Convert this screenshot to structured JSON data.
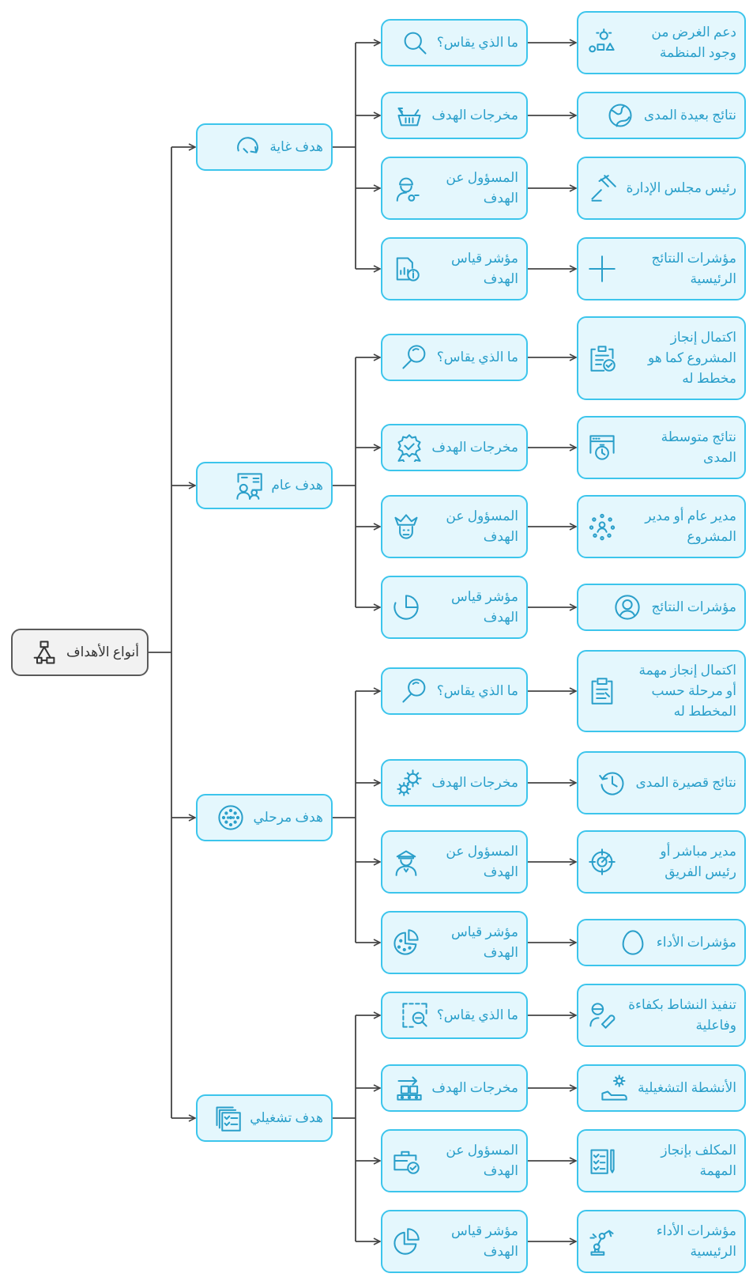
{
  "root": {
    "label": "أنواع الأهداف",
    "icon": "hierarchy-icon"
  },
  "colors": {
    "accent": "#3cc5ec",
    "fill": "#e4f7fd",
    "text": "#2a9fca",
    "root_border": "#5a5a5a",
    "connector": "#444444"
  },
  "branches": [
    {
      "label": "هدف غاية",
      "icon": "curved-arrow-icon",
      "children": [
        {
          "label": "ما الذي يقاس؟",
          "icon": "magnifier-icon",
          "result": {
            "label": "دعم الغرض من وجود المنظمة",
            "icon": "idea-shapes-icon"
          }
        },
        {
          "label": "مخرجات الهدف",
          "icon": "basket-icon",
          "result": {
            "label": "نتائج بعيدة المدى",
            "icon": "globe-icon"
          }
        },
        {
          "label": "المسؤول عن الهدف",
          "icon": "engineer-icon",
          "result": {
            "label": "رئيس مجلس الإدارة",
            "icon": "gavel-icon"
          }
        },
        {
          "label": "مؤشر قياس الهدف",
          "icon": "report-info-icon",
          "result": {
            "label": "مؤشرات النتائج الرئيسية",
            "icon": "plus-icon"
          }
        }
      ]
    },
    {
      "label": "هدف عام",
      "icon": "team-board-icon",
      "children": [
        {
          "label": "ما الذي يقاس؟",
          "icon": "magnifier-icon",
          "result": {
            "label": "اكتمال إنجاز المشروع كما هو مخطط له",
            "icon": "clipboard-check-icon"
          }
        },
        {
          "label": "مخرجات الهدف",
          "icon": "award-badge-icon",
          "result": {
            "label": "نتائج متوسطة المدى",
            "icon": "browser-timer-icon"
          }
        },
        {
          "label": "المسؤول عن الهدف",
          "icon": "king-icon",
          "result": {
            "label": "مدير عام أو مدير المشروع",
            "icon": "people-network-icon"
          }
        },
        {
          "label": "مؤشر قياس الهدف",
          "icon": "pie-quarter-icon",
          "result": {
            "label": "مؤشرات النتائج",
            "icon": "user-circle-icon"
          }
        }
      ]
    },
    {
      "label": "هدف مرحلي",
      "icon": "dotted-circle-icon",
      "children": [
        {
          "label": "ما الذي يقاس؟",
          "icon": "magnifier-icon",
          "result": {
            "label": "اكتمال إنجاز مهمة أو مرحلة حسب المخطط له",
            "icon": "clipboard-list-icon"
          }
        },
        {
          "label": "مخرجات الهدف",
          "icon": "gears-icon",
          "result": {
            "label": "نتائج قصيرة المدى",
            "icon": "history-clock-icon"
          }
        },
        {
          "label": "المسؤول عن الهدف",
          "icon": "officer-icon",
          "result": {
            "label": "مدير مباشر أو رئيس الفريق",
            "icon": "target-icon"
          }
        },
        {
          "label": "مؤشر قياس الهدف",
          "icon": "cookie-chart-icon",
          "result": {
            "label": "مؤشرات الأداء",
            "icon": "egg-icon"
          }
        }
      ]
    },
    {
      "label": "هدف تشغيلي",
      "icon": "stacked-checklist-icon",
      "children": [
        {
          "label": "ما الذي يقاس؟",
          "icon": "zoom-out-frame-icon",
          "result": {
            "label": "تنفيذ النشاط بكفاءة وفاعلية",
            "icon": "user-tool-icon"
          }
        },
        {
          "label": "مخرجات الهدف",
          "icon": "conveyor-icon",
          "result": {
            "label": "الأنشطة التشغيلية",
            "icon": "gear-shoe-icon"
          }
        },
        {
          "label": "المسؤول عن الهدف",
          "icon": "briefcase-check-icon",
          "result": {
            "label": "المكلف بإنجاز المهمة",
            "icon": "task-pen-icon"
          }
        },
        {
          "label": "مؤشر قياس الهدف",
          "icon": "pie-chart-icon",
          "result": {
            "label": "مؤشرات الأداء الرئيسية",
            "icon": "robot-arm-icon"
          }
        }
      ]
    }
  ]
}
